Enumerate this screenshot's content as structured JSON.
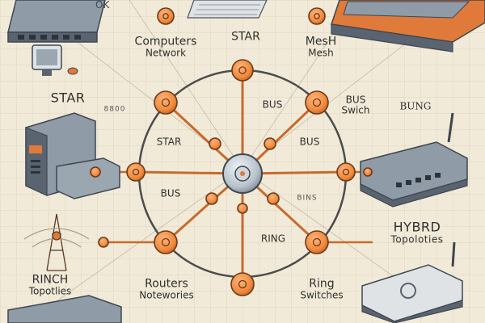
{
  "colors": {
    "background": "#f1ead8",
    "grid": "#d9cfb8",
    "node": "#f08a3c",
    "node_ring": "#6a3a1c",
    "link": "#c76a2c",
    "ring_line": "#4c4c4c",
    "device_body": "#8f9ba6",
    "device_dark": "#5a6470",
    "device_accent": "#e07a3a"
  },
  "labels": {
    "computers_network_1": "Computers",
    "computers_network_2": "Network",
    "star_top": "STAR",
    "mesh_1": "MesH",
    "mesh_2": "Mesh",
    "star_left": "STAR",
    "small_code": "8800",
    "bus_top": "BUS",
    "bus_switch_1": "BUS",
    "bus_switch_2": "Swich",
    "bung": "BUNG",
    "star_center": "STAR",
    "bus_right": "BUS",
    "bus_lower": "BUS",
    "bins": "BINS",
    "ring_mid": "RING",
    "hybrid_1": "HYBRD",
    "hybrid_2": "Topoloties",
    "rinch_1": "RINCH",
    "rinch_2": "Topotlies",
    "routers_1": "Routers",
    "routers_2": "Notewories",
    "ring_switches_1": "Ring",
    "ring_switches_2": "Switches",
    "top_fragment": "OK"
  },
  "icons": {
    "center_node": "hub-icon",
    "nodes": "network-node-icon",
    "monitor": "monitor-icon",
    "server": "server-tower-icon",
    "router": "router-icon",
    "antenna": "antenna-tower-icon",
    "switch": "network-switch-icon",
    "keyboard": "keyboard-icon"
  }
}
